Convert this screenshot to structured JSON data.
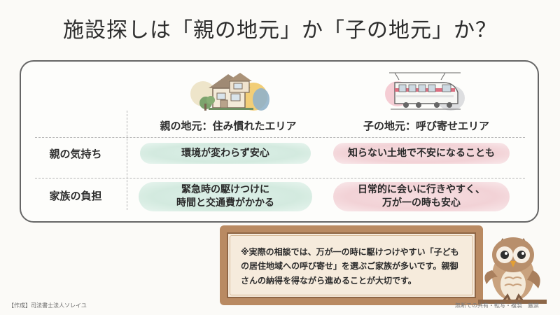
{
  "title": "施設探しは「親の地元」か「子の地元」か？",
  "columns": {
    "parent": "親の地元：住み慣れたエリア",
    "child": "子の地元：呼び寄せエリア"
  },
  "rows": [
    {
      "label": "親の気持ち",
      "parent": "環境が変わらず安心",
      "child": "知らない土地で不安になることも"
    },
    {
      "label": "家族の負担",
      "parent": "緊急時の駆けつけに\n時間と交通費がかかる",
      "child": "日常的に会いに行きやすく、\n万が一の時も安心"
    }
  ],
  "note": "※実際の相談では、万が一の時に駆けつけやすい「子どもの居住地域への呼び寄せ」を選ぶご家族が多いです。親御さんの納得を得ながら進めることが大切です。",
  "footer": {
    "left": "【作成】司法書士法人ソレイユ",
    "right": "無断での共有・転写・複製　厳禁"
  },
  "icons": {
    "house": "house-illustration",
    "train": "train-illustration",
    "owl": "owl-illustration"
  }
}
